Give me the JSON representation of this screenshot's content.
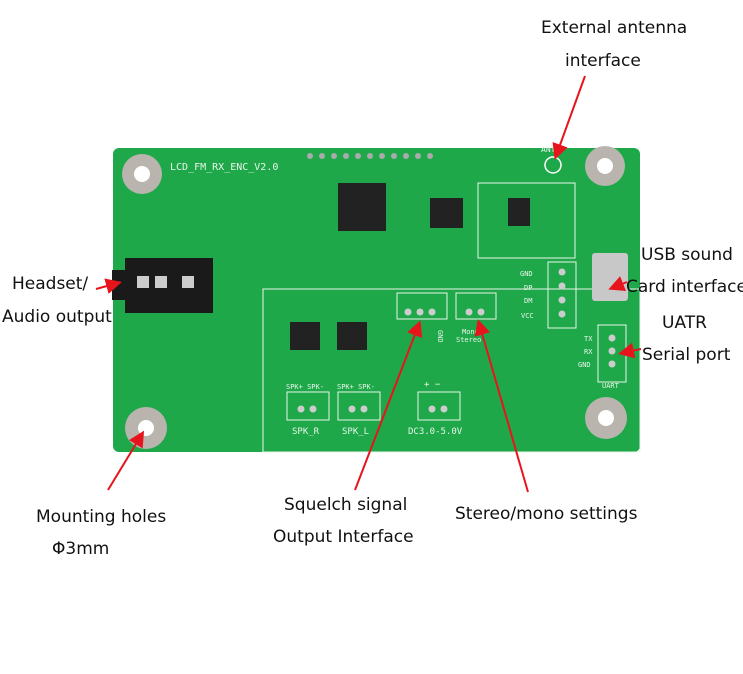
{
  "board": {
    "name": "LCD_FM_RX_ENC_V2.0",
    "ant": "ANT",
    "usb_pins": [
      "GND",
      "DP",
      "DM",
      "VCC"
    ],
    "uart_pins": [
      "TX",
      "RX",
      "GND"
    ],
    "uart": "UART",
    "squelch_pins": "GND",
    "mono_stereo": [
      "Mono/",
      "Stereo"
    ],
    "spk_pins": "SPK+ SPK-",
    "spk_r": "SPK_R",
    "spk_l": "SPK_L",
    "power_pol": "+  −",
    "power": "DC3.0-5.0V"
  },
  "callouts": {
    "antenna": [
      "External antenna",
      "interface"
    ],
    "headset": [
      "Headset/",
      "Audio output"
    ],
    "usb": [
      "USB sound",
      "Card interface"
    ],
    "uart": [
      "UATR",
      "Serial port"
    ],
    "mounting": [
      "Mounting holes",
      "Φ3mm"
    ],
    "squelch": [
      "Squelch signal",
      "Output Interface"
    ],
    "stereo": "Stereo/mono settings"
  },
  "colors": {
    "pcb": "#1ea84a",
    "arrow": "#e8141c"
  }
}
